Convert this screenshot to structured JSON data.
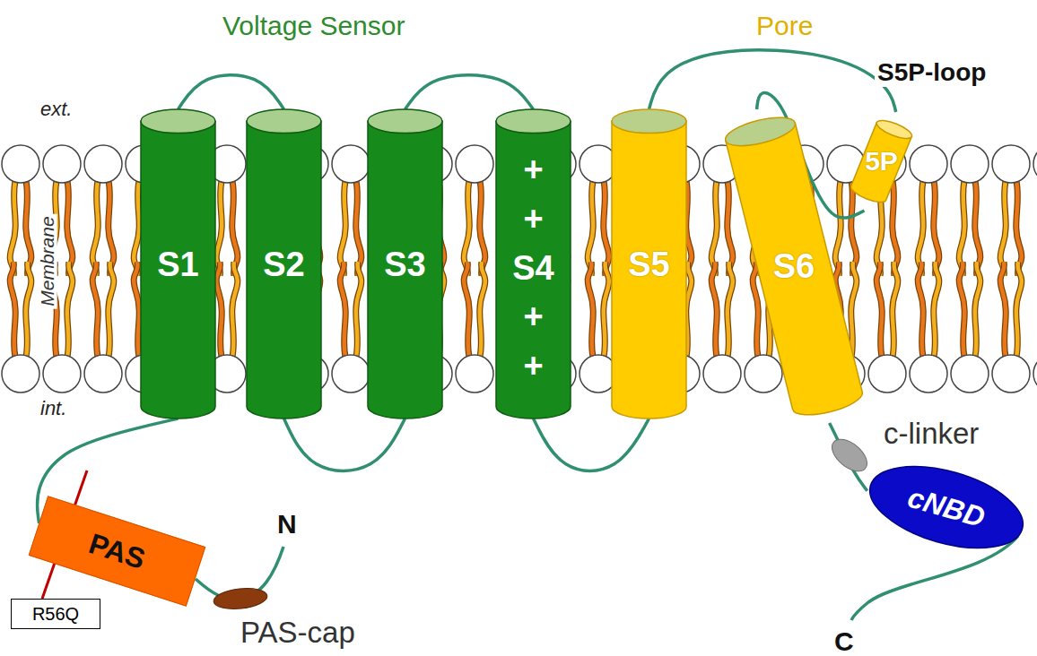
{
  "diagram": {
    "nodes": [
      {
        "text": [
          "S1"
        ]
      },
      {
        "text": [
          "S2"
        ]
      },
      {
        "text": [
          "S3"
        ]
      },
      {
        "text": [
          "+",
          "+",
          "S4",
          "+",
          "+"
        ]
      },
      {
        "text": [
          "S5"
        ]
      },
      {
        "text": [
          "S6"
        ]
      },
      {
        "text": [
          "5P"
        ]
      },
      {
        "text": [
          "PAS"
        ]
      },
      {
        "text": [
          "R56Q"
        ]
      },
      {
        "text": [
          "cNBD"
        ]
      }
    ],
    "edges": [
      {
        "from": 7,
        "to": 0,
        "arrow": "none"
      },
      {
        "from": 0,
        "to": 1,
        "arrow": "none"
      },
      {
        "from": 1,
        "to": 2,
        "arrow": "none"
      },
      {
        "from": 2,
        "to": 3,
        "arrow": "none"
      },
      {
        "from": 3,
        "to": 4,
        "arrow": "none"
      },
      {
        "from": 4,
        "to": 6,
        "arrow": "none"
      },
      {
        "from": 6,
        "to": 5,
        "arrow": "none"
      },
      {
        "from": 5,
        "to": 9,
        "arrow": "none"
      }
    ],
    "labels": [
      "Voltage Sensor",
      "Pore",
      "S5P-loop",
      "ext.",
      "Membrane",
      "int.",
      "N",
      "PAS-cap",
      "c-linker",
      "C"
    ]
  }
}
